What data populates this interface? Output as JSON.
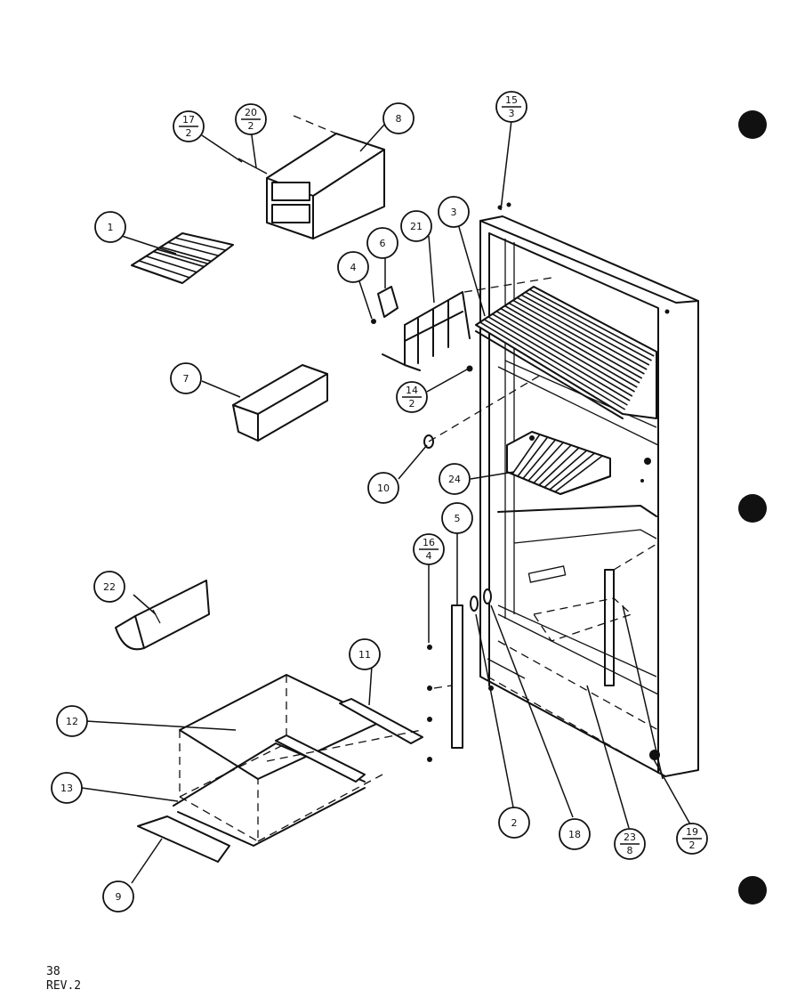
{
  "footer": {
    "page": "38",
    "revision": "REV.2"
  },
  "callouts": [
    {
      "id": "c1",
      "top": "1"
    },
    {
      "id": "c2",
      "top": "2"
    },
    {
      "id": "c3",
      "top": "3"
    },
    {
      "id": "c4",
      "top": "4"
    },
    {
      "id": "c5",
      "top": "5"
    },
    {
      "id": "c6",
      "top": "6"
    },
    {
      "id": "c7",
      "top": "7"
    },
    {
      "id": "c8",
      "top": "8"
    },
    {
      "id": "c9",
      "top": "9"
    },
    {
      "id": "c10",
      "top": "10"
    },
    {
      "id": "c11",
      "top": "11"
    },
    {
      "id": "c12",
      "top": "12"
    },
    {
      "id": "c13",
      "top": "13"
    },
    {
      "id": "c14",
      "top": "14",
      "bottom": "2"
    },
    {
      "id": "c15",
      "top": "15",
      "bottom": "3"
    },
    {
      "id": "c16",
      "top": "16",
      "bottom": "4"
    },
    {
      "id": "c17",
      "top": "17",
      "bottom": "2"
    },
    {
      "id": "c18",
      "top": "18"
    },
    {
      "id": "c19",
      "top": "19",
      "bottom": "2"
    },
    {
      "id": "c20",
      "top": "20",
      "bottom": "2"
    },
    {
      "id": "c21",
      "top": "21"
    },
    {
      "id": "c22",
      "top": "22"
    },
    {
      "id": "c23",
      "top": "23",
      "bottom": "8"
    },
    {
      "id": "c24",
      "top": "24"
    }
  ]
}
